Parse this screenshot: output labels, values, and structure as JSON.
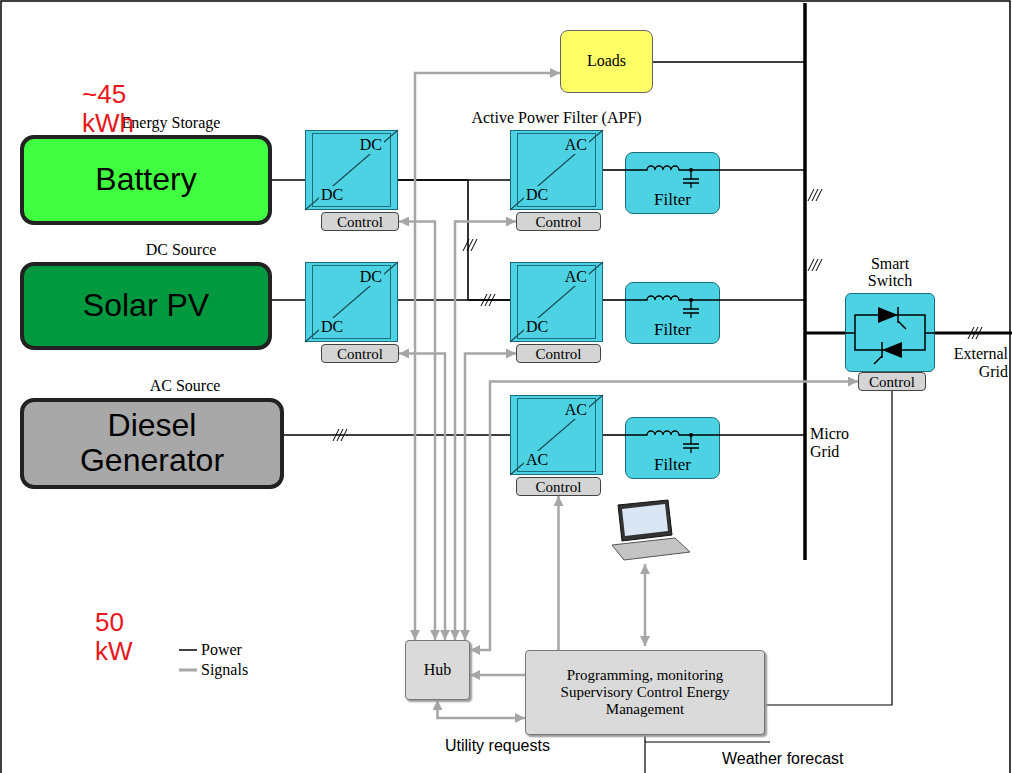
{
  "diagram": {
    "nodes": [
      {
        "text": [
          "Loads"
        ]
      },
      {
        "text": [
          "Energy Storage",
          "Battery"
        ]
      },
      {
        "text": [
          "DC",
          "DC"
        ]
      },
      {
        "text": [
          "Control"
        ],
        "in": 2
      },
      {
        "text": [
          "Active Power Filter (APF)",
          "AC",
          "DC"
        ]
      },
      {
        "text": [
          "Control"
        ],
        "in": 4
      },
      {
        "text": [
          "Filter"
        ]
      },
      {
        "text": [
          "DC Source",
          "Solar PV"
        ]
      },
      {
        "text": [
          "DC",
          "DC"
        ]
      },
      {
        "text": [
          "Control"
        ],
        "in": 8
      },
      {
        "text": [
          "AC",
          "DC"
        ]
      },
      {
        "text": [
          "Control"
        ],
        "in": 10
      },
      {
        "text": [
          "Filter"
        ]
      },
      {
        "text": [
          "Smart Switch"
        ]
      },
      {
        "text": [
          "Control"
        ],
        "in": 13
      },
      {
        "text": [
          "AC Source",
          "Diesel Generator"
        ]
      },
      {
        "text": [
          "AC",
          "AC"
        ]
      },
      {
        "text": [
          "Control"
        ],
        "in": 16
      },
      {
        "text": [
          "Filter"
        ]
      },
      {
        "text": [
          "Hub"
        ]
      },
      {
        "text": [
          "Programming, monitoring Supervisory Control Energy Management"
        ]
      }
    ],
    "edges": [
      {
        "from": 1,
        "to": 2,
        "arrow": "none"
      },
      {
        "from": 2,
        "to": 4,
        "arrow": "none"
      },
      {
        "from": 2,
        "to": 10,
        "arrow": "none"
      },
      {
        "from": 4,
        "to": 6,
        "arrow": "none"
      },
      {
        "from": 7,
        "to": 8,
        "arrow": "none"
      },
      {
        "from": 8,
        "to": 10,
        "arrow": "none"
      },
      {
        "from": 10,
        "to": 12,
        "arrow": "none"
      },
      {
        "from": 15,
        "to": 16,
        "arrow": "none"
      },
      {
        "from": 16,
        "to": 18,
        "arrow": "none"
      },
      {
        "from": 19,
        "to": 0,
        "arrow": "both"
      },
      {
        "from": 3,
        "to": 19,
        "arrow": "both"
      },
      {
        "from": 9,
        "to": 19,
        "arrow": "both"
      },
      {
        "from": 5,
        "to": 19,
        "arrow": "both"
      },
      {
        "from": 11,
        "to": 19,
        "arrow": "both"
      },
      {
        "from": 19,
        "to": 14,
        "arrow": "both"
      },
      {
        "from": 17,
        "to": 19,
        "arrow": "both"
      },
      {
        "from": 19,
        "to": 20,
        "arrow": "both"
      },
      {
        "from": 20,
        "to": 14,
        "arrow": "none"
      }
    ],
    "labels": [
      "~45 kWh",
      "50 kW",
      "Micro Grid",
      "External Grid",
      "Utility requests",
      "Weather forecast"
    ],
    "legend": [
      {
        "text": "Power"
      },
      {
        "text": "Signals"
      }
    ]
  }
}
